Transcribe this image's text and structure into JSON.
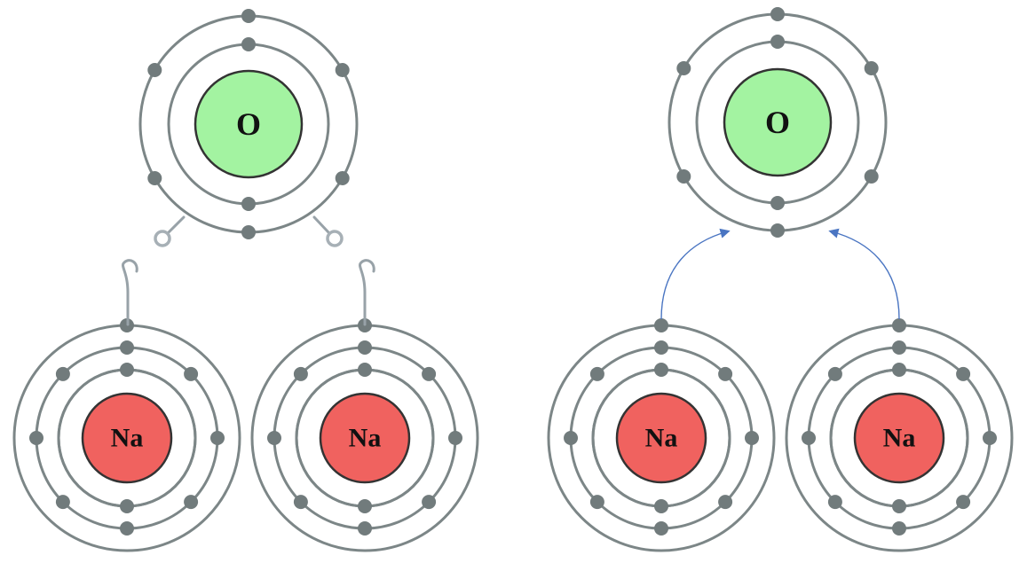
{
  "colors": {
    "oxygen_nucleus": "#a3f3a1",
    "sodium_nucleus": "#f0625f",
    "shell_line": "#7c8687",
    "electron": "#717b7c",
    "arrow": "#4a75c2"
  },
  "panels": [
    {
      "name": "left-panel",
      "transfer_style": "hook",
      "atoms": [
        {
          "id": "oxygen-left",
          "symbol": "O",
          "nucleus_color": "#a3f3a1",
          "shells": 3,
          "electrons": [
            2,
            6
          ]
        },
        {
          "id": "sodium-left-1",
          "symbol": "Na",
          "nucleus_color": "#f0625f",
          "shells": 4,
          "electrons": [
            2,
            8,
            1
          ]
        },
        {
          "id": "sodium-left-2",
          "symbol": "Na",
          "nucleus_color": "#f0625f",
          "shells": 4,
          "electrons": [
            2,
            8,
            1
          ]
        }
      ]
    },
    {
      "name": "right-panel",
      "transfer_style": "arrow",
      "atoms": [
        {
          "id": "oxygen-right",
          "symbol": "O",
          "nucleus_color": "#a3f3a1",
          "shells": 3,
          "electrons": [
            2,
            6
          ]
        },
        {
          "id": "sodium-right-1",
          "symbol": "Na",
          "nucleus_color": "#f0625f",
          "shells": 4,
          "electrons": [
            2,
            8,
            1
          ]
        },
        {
          "id": "sodium-right-2",
          "symbol": "Na",
          "nucleus_color": "#f0625f",
          "shells": 4,
          "electrons": [
            2,
            8,
            1
          ]
        }
      ]
    }
  ]
}
